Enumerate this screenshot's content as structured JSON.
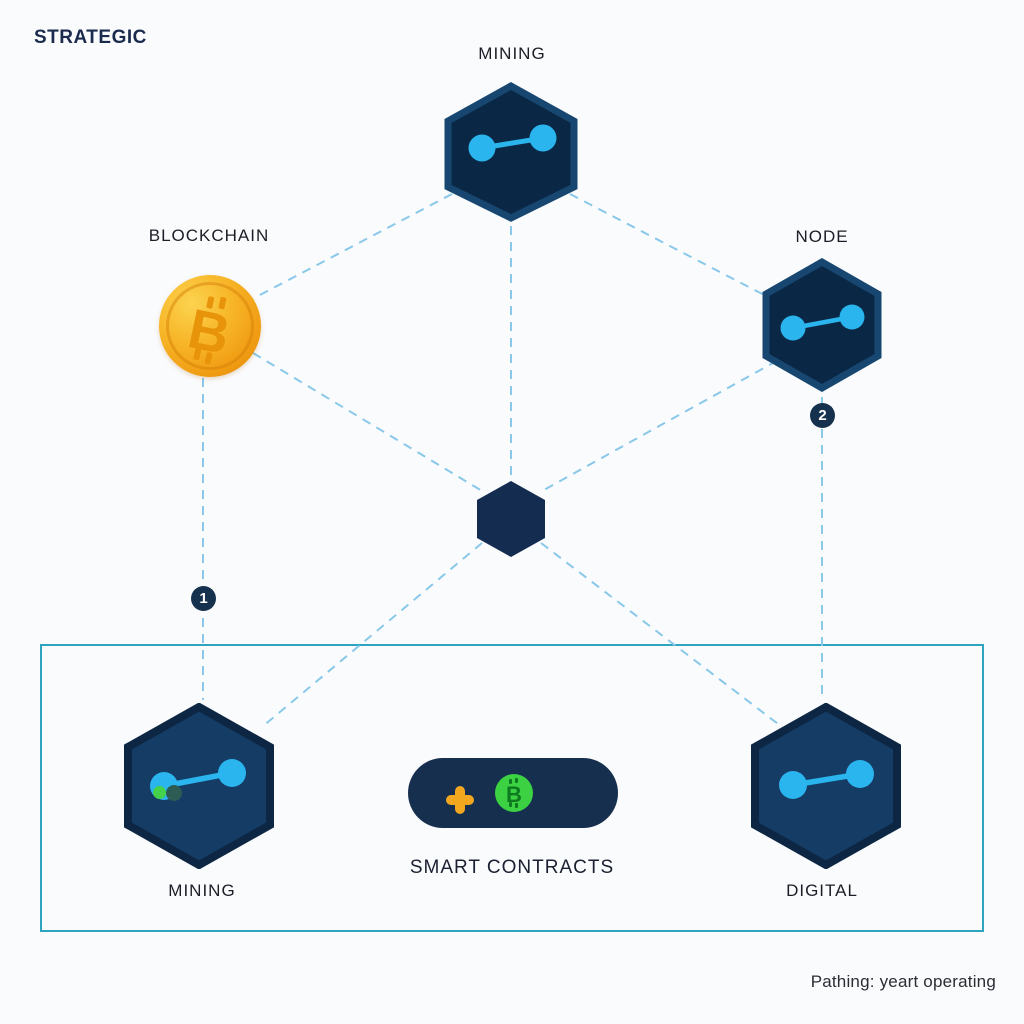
{
  "title": "STRATEGIC",
  "diagram": {
    "nodes": {
      "mining_top": "MINING",
      "blockchain": "BLOCKCHAIN",
      "node": "NODE",
      "mining_bottom": "MINING",
      "smart_contracts": "SMART CONTRACTS",
      "digital": "DIGITAL"
    },
    "badges": {
      "step1": "1",
      "step2": "2"
    },
    "bitcoin_symbol": "B"
  },
  "footer": {
    "caption": "Pathing: yeart operating"
  },
  "icons": {
    "node_link": "node-link-icon (two cyan dots joined by a line)",
    "bitcoin_coin": "gold bitcoin coin",
    "green_bitcoin": "green bitcoin token",
    "plus": "plus-icon",
    "status_dots": "two status dots"
  },
  "colors": {
    "background": "#fafbfd",
    "hex_dark_fill": "#0a2845",
    "hex_dark_stroke": "#174770",
    "hex_light_fill": "#143c65",
    "hex_light_stroke": "#0d2643",
    "center_hex": "#152c51",
    "link_cyan": "#2ab5ef",
    "dashed_line": "#89c8e9",
    "panel_border": "#2da5c0",
    "badge_navy": "#16314e",
    "coin_gold": "#f7b426",
    "pill_navy": "#172f4f",
    "plus_amber": "#f3a71f",
    "green": "#3bd143",
    "dot_dark": "#2d5c55",
    "text_dark": "#1c1d26",
    "title_navy": "#1b2b4e"
  }
}
